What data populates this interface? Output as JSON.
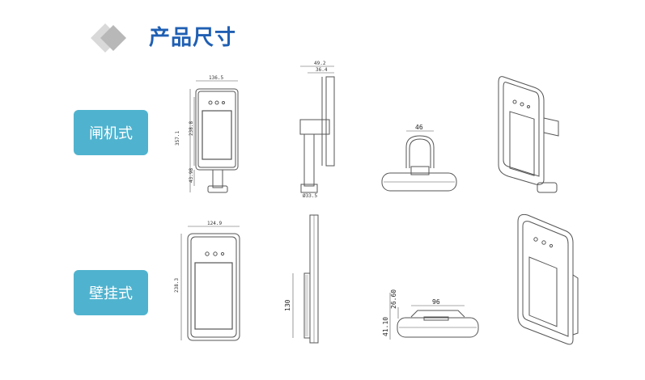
{
  "header": {
    "title": "产品尺寸"
  },
  "sections": [
    {
      "label": "闸机式"
    },
    {
      "label": "壁挂式"
    }
  ],
  "gate_dims": {
    "front_width": "136.5",
    "front_height_total": "357.1",
    "front_height_screen": "238.8",
    "front_base": "43.98",
    "side_width_total": "49.2",
    "side_width_inner": "36.4",
    "side_base": "Ø33.5",
    "top_width": "46"
  },
  "wall_dims": {
    "front_width": "124.9",
    "front_height": "238.3",
    "side_height": "130",
    "top_width": "96",
    "top_depth_small": "26.60",
    "top_depth_total": "41.10"
  },
  "colors": {
    "accent": "#4fb3cf",
    "title": "#1f5fb3",
    "line": "#555555"
  }
}
